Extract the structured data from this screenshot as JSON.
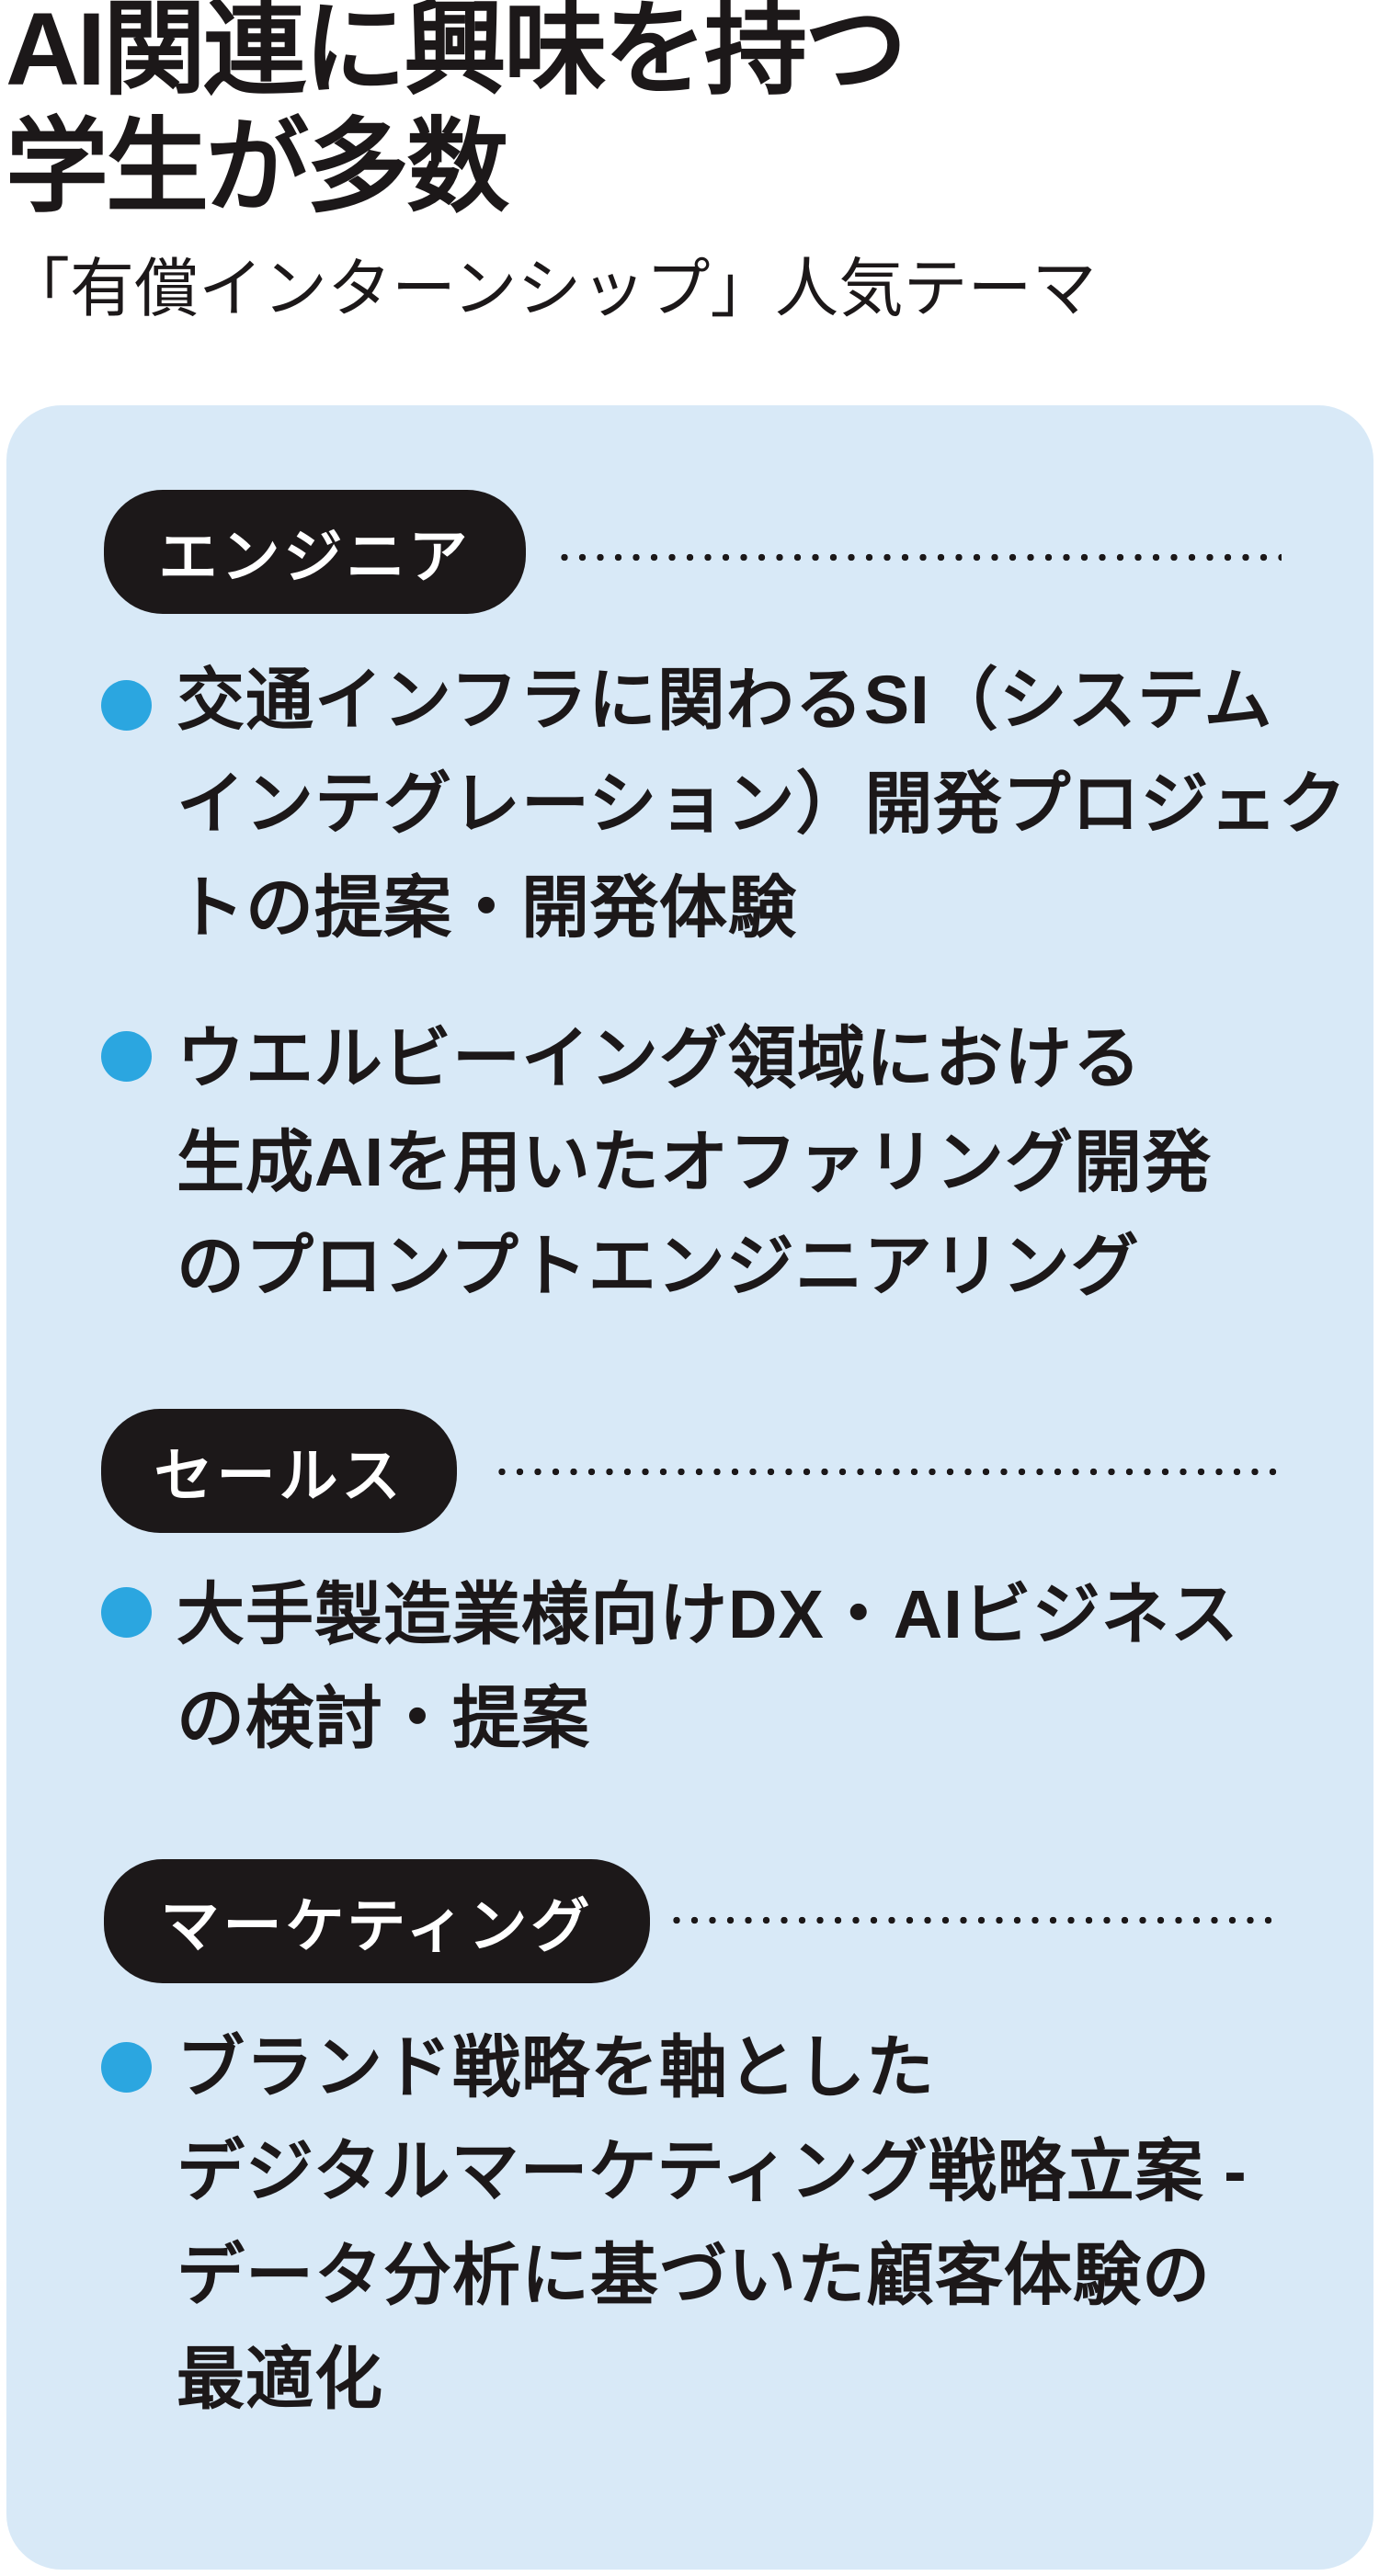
{
  "title": {
    "line1": "AI関連に興味を持つ",
    "line2": "学生が多数"
  },
  "subtitle": "「有償インターンシップ」人気テーマ",
  "colors": {
    "panel_bg": "#d8e9f7",
    "badge_bg": "#1c1819",
    "badge_text": "#ffffff",
    "bullet_dot": "#2ba6e0",
    "body_text": "#1c1819",
    "page_bg": "#ffffff"
  },
  "panel": {
    "sections": [
      {
        "badge": "エンジニア",
        "items": [
          {
            "lines": [
              "交通インフラに関わるSI（システム",
              "インテグレーション）開発プロジェク",
              "トの提案・開発体験"
            ]
          },
          {
            "lines": [
              "ウエルビーイング領域における",
              "生成AIを用いたオファリング開発",
              "のプロンプトエンジニアリング"
            ]
          }
        ]
      },
      {
        "badge": "セールス",
        "items": [
          {
            "lines": [
              "大手製造業様向けDX・AIビジネス",
              "の検討・提案"
            ]
          }
        ]
      },
      {
        "badge": "マーケティング",
        "items": [
          {
            "lines": [
              "ブランド戦略を軸とした",
              "デジタルマーケティング戦略立案 -",
              "データ分析に基づいた顧客体験の",
              "最適化"
            ]
          }
        ]
      }
    ]
  }
}
